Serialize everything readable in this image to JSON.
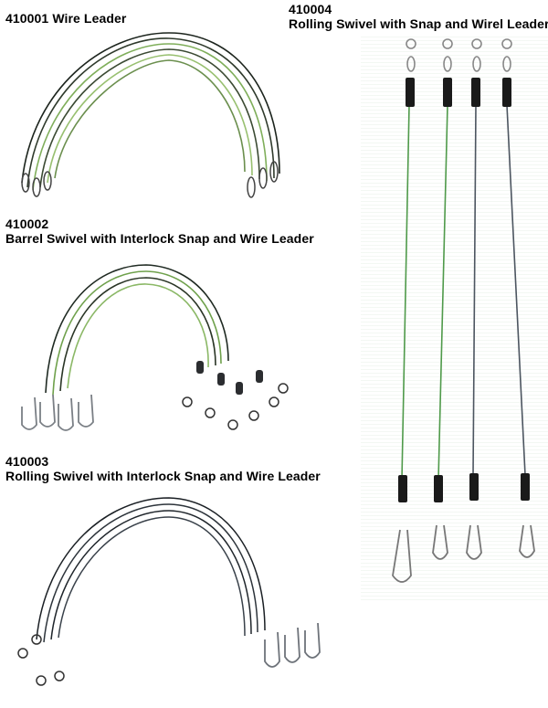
{
  "products": [
    {
      "code": "410001",
      "name": "Wire Leader"
    },
    {
      "code": "410002",
      "name": "Barrel Swivel with Interlock Snap and Wire Leader"
    },
    {
      "code": "410003",
      "name": "Rolling Swivel with Interlock Snap and Wire Leader"
    },
    {
      "code": "410004",
      "name": "Rolling Swivel with Snap and Wirel Leader"
    }
  ],
  "colors": {
    "wire_green": "#5fa04a",
    "wire_dark": "#1f2a22",
    "metal": "#8a8f96",
    "sleeve": "#111111"
  }
}
